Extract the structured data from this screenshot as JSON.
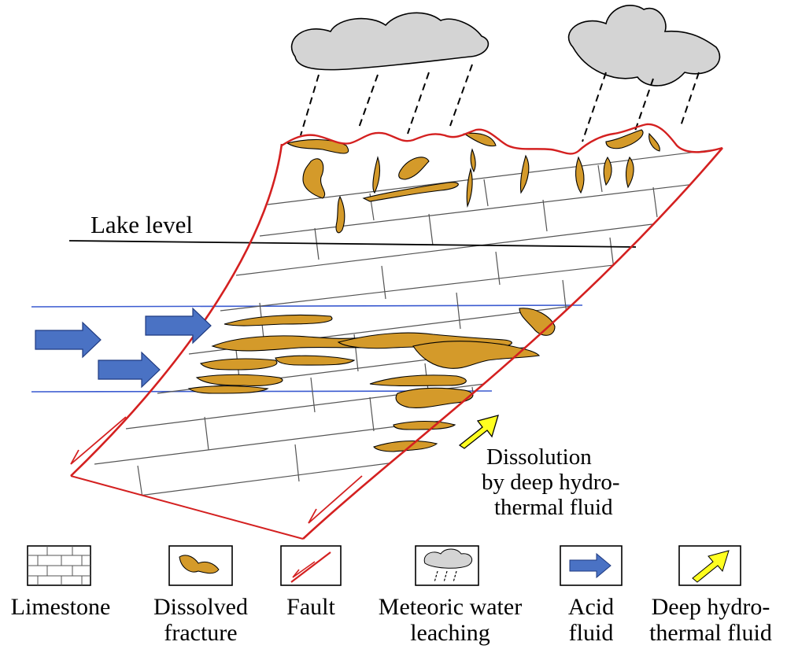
{
  "diagram": {
    "labels": {
      "lake_level": "Lake level",
      "dissolution_line1": "Dissolution",
      "dissolution_line2": "by deep hydro-",
      "dissolution_line3": "thermal fluid"
    },
    "colors": {
      "fault": "#d42020",
      "dissolved": "#d49a2a",
      "acid_arrow": "#4a72c4",
      "deep_arrow": "#ffff20",
      "cloud": "#d4d4d4",
      "aquifer_line": "#3a5ad0"
    }
  },
  "legend": {
    "items": [
      {
        "icon": "limestone-icon",
        "line1": "Limestone",
        "line2": ""
      },
      {
        "icon": "dissolved-fracture-icon",
        "line1": "Dissolved",
        "line2": "fracture"
      },
      {
        "icon": "fault-icon",
        "line1": "Fault",
        "line2": ""
      },
      {
        "icon": "meteoric-water-icon",
        "line1": "Meteoric water",
        "line2": "leaching"
      },
      {
        "icon": "acid-fluid-icon",
        "line1": "Acid",
        "line2": "fluid"
      },
      {
        "icon": "deep-hydrothermal-icon",
        "line1": "Deep hydro-",
        "line2": "thermal fluid"
      }
    ]
  }
}
